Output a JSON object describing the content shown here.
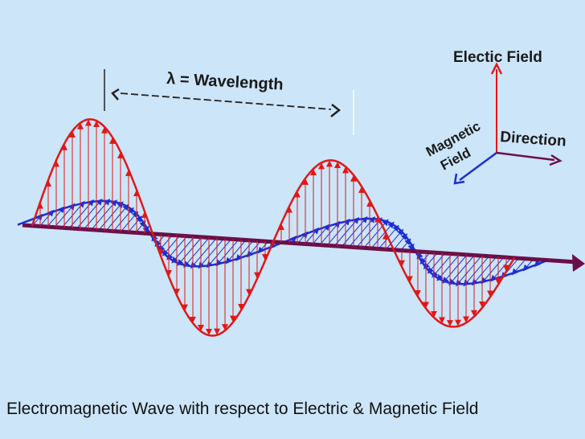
{
  "diagram": {
    "wavelength_label": "λ = Wavelength",
    "axis_electric_label": "Electic Field",
    "axis_direction_label": "Direction",
    "axis_magnetic_label_line1": "Magnetic",
    "axis_magnetic_label_line2": "Field"
  },
  "caption": "Electromagnetic Wave with respect to Electric & Magnetic Field",
  "colors": {
    "background": "#cce5f8",
    "electric": "#e01818",
    "magnetic": "#1c2ed6",
    "direction": "#6a0f4a",
    "axis_text": "#1a1a1a"
  }
}
